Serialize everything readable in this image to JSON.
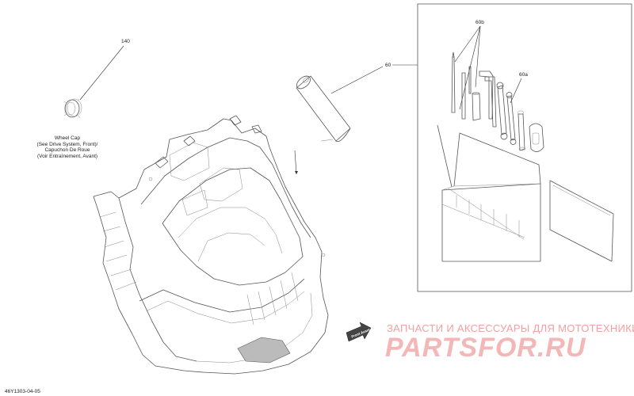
{
  "callouts": {
    "wheel_cap_number": "140",
    "toolkit_number": "60",
    "tools_number": "60b",
    "wrench_number": "60a"
  },
  "wheel_cap_label": [
    "Wheel Cap",
    "(See Drive System, Front)/",
    "Capuchon De Roue",
    "(Voir Entraînement, Avant)"
  ],
  "front_arrow_label": "Front Avant",
  "diagram_code": "46Y1303-04-05",
  "watermark": {
    "tagline": "ЗАПЧАСТИ И АКСЕССУАРЫ ДЛЯ МОТОТЕХНИКИ",
    "brand": "PARTSFOR.RU"
  },
  "colors": {
    "line_art": "#555555",
    "watermark": "#f3b7b7",
    "front_arrow": "#444444"
  }
}
